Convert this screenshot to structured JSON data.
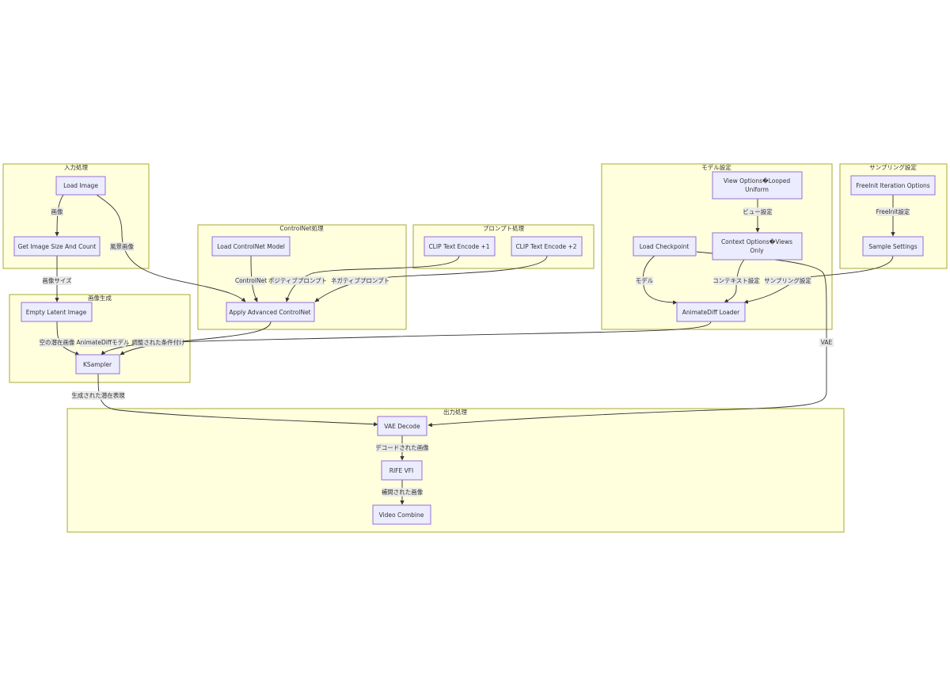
{
  "clusters": {
    "input": "入力処理",
    "controlnet": "ControlNet処理",
    "prompt": "プロンプト処理",
    "model": "モデル設定",
    "sampling": "サンプリング設定",
    "image_gen": "画像生成",
    "output": "出力処理"
  },
  "nodes": {
    "load_image": "Load Image",
    "get_image_size": "Get Image Size And Count",
    "load_controlnet": "Load ControlNet Model",
    "apply_controlnet": "Apply Advanced ControlNet",
    "clip1": "CLIP Text Encode +1",
    "clip2": "CLIP Text Encode +2",
    "view_options_1": "View Options�Looped",
    "view_options_2": "Uniform",
    "context_options_1": "Context Options�Views",
    "context_options_2": "Only",
    "load_checkpoint": "Load Checkpoint",
    "animatediff_loader": "AnimateDiff Loader",
    "freeinit": "FreeInit Iteration Options",
    "sample_settings": "Sample Settings",
    "empty_latent": "Empty Latent Image",
    "ksampler": "KSampler",
    "vae_decode": "VAE Decode",
    "rife": "RIFE VFI",
    "video_combine": "Video Combine"
  },
  "edges": {
    "image": "画像",
    "landscape_image": "風景画像",
    "image_size": "画像サイズ",
    "controlnet": "ControlNet",
    "positive_prompt": "ポジティブプロンプト",
    "negative_prompt": "ネガティブプロンプト",
    "view_setting": "ビュー設定",
    "model": "モデル",
    "context_setting": "コンテキスト設定",
    "sampling_setting": "サンプリング設定",
    "freeinit_setting": "FreeInit設定",
    "empty_latent": "空の潜在画像",
    "animatediff_model": "AnimateDiffモデル",
    "adjusted_conditioning": "調整された条件付け",
    "generated_latent": "生成された潜在表現",
    "vae": "VAE",
    "decoded_image": "デコードされた画像",
    "interpolated_image": "補間された画像"
  }
}
